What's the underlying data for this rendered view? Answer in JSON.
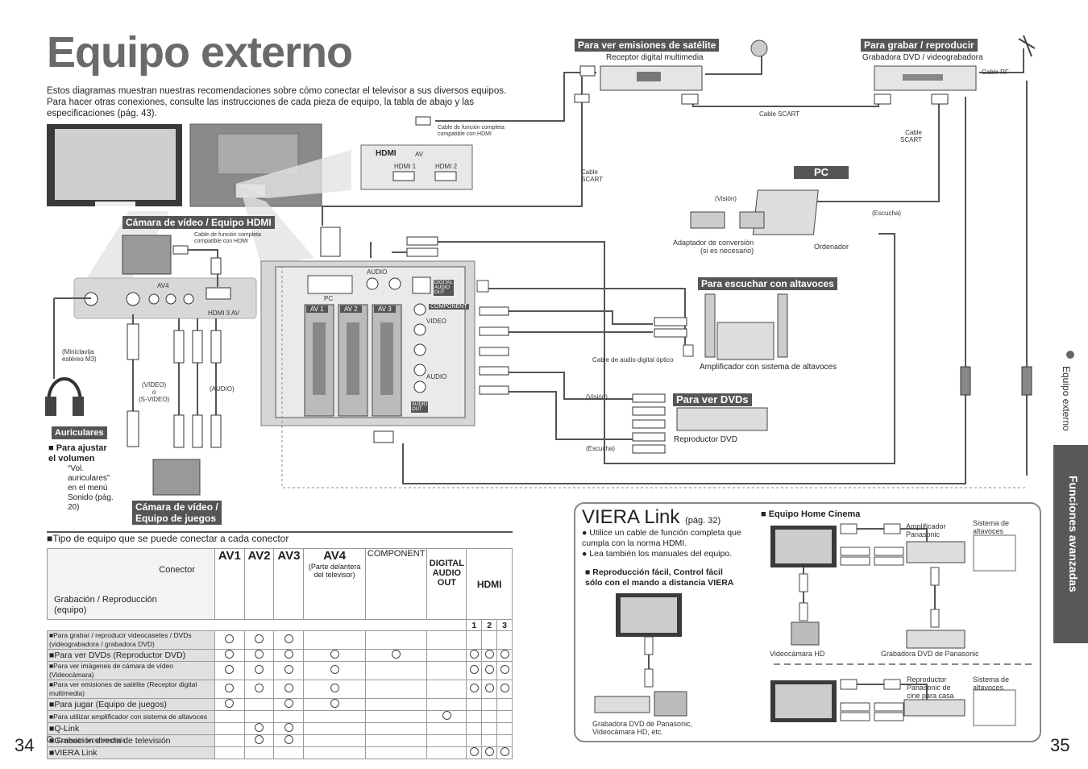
{
  "page": {
    "title": "Equipo externo",
    "intro": "Estos diagramas muestran nuestras recomendaciones sobre cómo conectar el televisor a sus diversos equipos. Para hacer otras conexiones, consulte las instrucciones de cada pieza de equipo, la tabla de abajo y las especificaciones (pág. 43).",
    "page_left": "34",
    "page_right": "35",
    "side_section": "Funciones avanzadas",
    "side_topic": "Equipo externo"
  },
  "labels": {
    "satellite": "Para ver emisiones de satélite",
    "satellite_sub": "Receptor digital multimedia",
    "record": "Para grabar / reproducir",
    "record_sub": "Grabadora DVD / videograbadora",
    "cable_rf": "Cable RF",
    "cable_scart_top": "Cable SCART",
    "cable_scart_right": "Cable\nSCART",
    "cable_scart_left": "Cable\nSCART",
    "hdmi_cable": "Cable de función completa\ncompatible con HDMI",
    "hdmi_panel_av": "AV",
    "hdmi1": "HDMI 1",
    "hdmi2": "HDMI 2",
    "pc": "PC",
    "vision": "(Visión)",
    "escucha": "(Escucha)",
    "adaptador": "Adaptador de conversión\n(si es necesario)",
    "ordenador": "Ordenador",
    "speakers": "Para escuchar con altavoces",
    "amp": "Amplificador con sistema de altavoces",
    "optical": "Cable de audio digital óptico",
    "dvds": "Para ver DVDs",
    "dvd_player": "Reproductor DVD",
    "vision2": "(Visión)",
    "escucha2": "(Escucha)",
    "camcorder_hdmi": "Cámara de vídeo / Equipo HDMI",
    "cam_hdmi_cable": "Cable de función completa\ncompatible con HDMI",
    "minijack": "(Miniclavija\nestéreo M3)",
    "video_svideo": "(VIDEO)\no\n(S-VIDEO)",
    "audio": "(AUDIO)",
    "headphones": "Auriculares",
    "vol_title": "Para ajustar\nel volumen",
    "vol_text": "“Vol.\nauriculares”\nen el menú\nSonido (pág.\n20)",
    "camcorder_games": "Cámara de vídeo /\nEquipo de juegos",
    "panel_av": "AV4",
    "panel_hdmi3": "HDMI 3  AV",
    "port_pc": "PC",
    "port_av1": "AV 1",
    "port_av2": "AV 2",
    "port_av3": "AV 3",
    "port_component": "COMPONENT",
    "port_video": "VIDEO",
    "port_audio_in": "AUDIO",
    "port_digital": "DIGITAL\nAUDIO\nOUT",
    "port_audio_out": "AUDIO\nOUT",
    "audio_rl": "AUDIO"
  },
  "table": {
    "heading": "Tipo de equipo que se puede conectar a cada conector",
    "corner_connector": "Conector",
    "corner_recording": "Grabación / Reproducción\n(equipo)",
    "columns": [
      "AV1",
      "AV2",
      "AV3",
      "AV4",
      "COMPONENT",
      "DIGITAL AUDIO OUT",
      "1",
      "2",
      "3"
    ],
    "av4_sub": "(Parte delantera\ndel televisor)",
    "hdmi_label": "HDMI",
    "rows": [
      {
        "label": "Para grabar / reproducir videocasetes / DVDs (videograbadora / grabadora DVD)",
        "marks": [
          1,
          1,
          1,
          0,
          0,
          0,
          0,
          0,
          0
        ]
      },
      {
        "label": "Para ver DVDs (Reproductor DVD)",
        "marks": [
          1,
          1,
          1,
          1,
          1,
          0,
          1,
          1,
          1
        ]
      },
      {
        "label": "Para ver imágenes de cámara de vídeo (Videocámara)",
        "marks": [
          1,
          1,
          1,
          1,
          0,
          0,
          1,
          1,
          1
        ]
      },
      {
        "label": "Para ver emisiones de satélite (Receptor digital multimedia)",
        "marks": [
          1,
          1,
          1,
          1,
          0,
          0,
          1,
          1,
          1
        ]
      },
      {
        "label": "Para jugar (Equipo de juegos)",
        "marks": [
          1,
          0,
          1,
          1,
          0,
          0,
          0,
          0,
          0
        ]
      },
      {
        "label": "Para utilizar amplificador con sistema de altavoces",
        "marks": [
          0,
          0,
          0,
          0,
          0,
          1,
          0,
          0,
          0
        ]
      },
      {
        "label": "Q-Link",
        "marks": [
          0,
          1,
          1,
          0,
          0,
          0,
          0,
          0,
          0
        ]
      },
      {
        "label": "Grabación directa de televisión",
        "marks": [
          0,
          1,
          1,
          0,
          0,
          0,
          0,
          0,
          0
        ]
      },
      {
        "label": "VIERA Link",
        "marks": [
          0,
          0,
          0,
          0,
          0,
          0,
          1,
          1,
          1
        ]
      }
    ],
    "footnote": ": Conexión recomendada"
  },
  "viera": {
    "title": "VIERA Link",
    "pag": "(pág. 32)",
    "bullet1": "Utilice un cable de función completa que cumpla con la norma HDMI.",
    "bullet2": "Lea también los manuales del equipo.",
    "easy": "Reproducción fácil, Control fácil\nsólo con el mando a distancia VIERA",
    "rec_caption": "Grabadora DVD de Panasonic,\nVideocámara HD, etc.",
    "home_cinema": "Equipo Home Cinema",
    "amp": "Amplificador\nPanasonic",
    "speakers": "Sistema de\naltavoces",
    "videocam": "Videocámara HD",
    "dvd_rec": "Grabadora DVD de Panasonic",
    "player": "Reproductor\nPanasonic de\ncine para casa",
    "speakers2": "Sistema de\naltavoces"
  }
}
